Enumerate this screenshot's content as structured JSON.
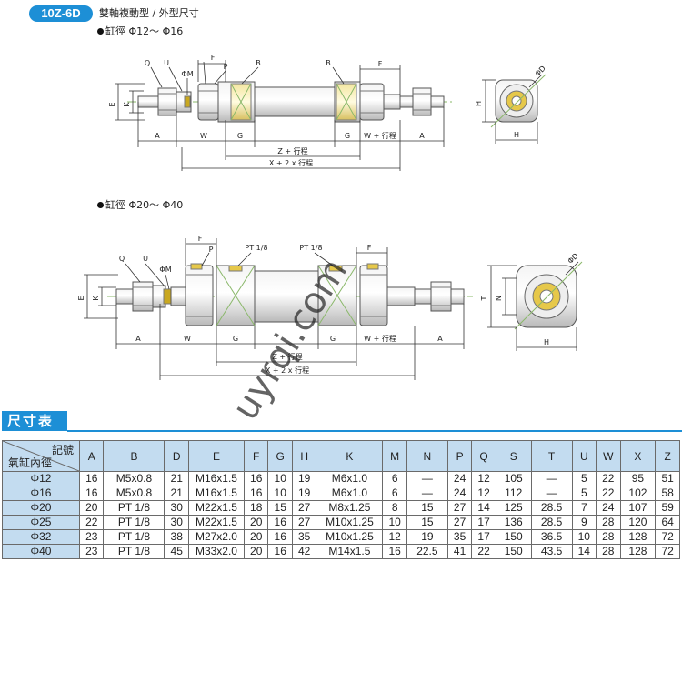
{
  "header": {
    "badge": "10Z-6D",
    "title": "雙軸複動型 / 外型尺寸"
  },
  "drawing1": {
    "caption": "缸徑 Φ12～ Φ16",
    "labels": {
      "F_left": "F",
      "F_right": "F",
      "Q": "Q",
      "U": "U",
      "PhiM": "ΦM",
      "P": "P",
      "B_left": "B",
      "B_right": "B",
      "E": "E",
      "K": "K",
      "A_left": "A",
      "W": "W",
      "G_left": "G",
      "G_right": "G",
      "W_stroke": "W + 行程",
      "A_right": "A",
      "Z": "Z + 行程",
      "X": "X + 2 x 行程",
      "PhiD": "ΦD",
      "H_side": "H",
      "H_bottom": "H"
    }
  },
  "drawing2": {
    "caption": "缸徑 Φ20～ Φ40",
    "labels": {
      "F_left": "F",
      "F_right": "F",
      "Q": "Q",
      "U": "U",
      "P": "P",
      "PhiM": "ΦM",
      "PT_left": "PT 1/8",
      "PT_right": "PT 1/8",
      "E": "E",
      "K": "K",
      "A_left": "A",
      "W": "W",
      "G_left": "G",
      "G_right": "G",
      "W_stroke": "W + 行程",
      "A_right": "A",
      "Z": "Z + 行程",
      "X": "X + 2 x 行程",
      "PhiD": "ΦD",
      "T": "T",
      "N": "N",
      "H_bottom": "H"
    }
  },
  "watermark": "uyrqi.com",
  "section": {
    "title": "尺寸表"
  },
  "table": {
    "corner_top": "記號",
    "corner_bottom": "氣缸內徑",
    "columns": [
      "A",
      "B",
      "D",
      "E",
      "F",
      "G",
      "H",
      "K",
      "M",
      "N",
      "P",
      "Q",
      "S",
      "T",
      "U",
      "W",
      "X",
      "Z"
    ],
    "rows": [
      [
        "Φ12",
        "16",
        "M5x0.8",
        "21",
        "M16x1.5",
        "16",
        "10",
        "19",
        "M6x1.0",
        "6",
        "—",
        "24",
        "12",
        "105",
        "—",
        "5",
        "22",
        "95",
        "51"
      ],
      [
        "Φ16",
        "16",
        "M5x0.8",
        "21",
        "M16x1.5",
        "16",
        "10",
        "19",
        "M6x1.0",
        "6",
        "—",
        "24",
        "12",
        "112",
        "—",
        "5",
        "22",
        "102",
        "58"
      ],
      [
        "Φ20",
        "20",
        "PT 1/8",
        "30",
        "M22x1.5",
        "18",
        "15",
        "27",
        "M8x1.25",
        "8",
        "15",
        "27",
        "14",
        "125",
        "28.5",
        "7",
        "24",
        "107",
        "59"
      ],
      [
        "Φ25",
        "22",
        "PT 1/8",
        "30",
        "M22x1.5",
        "20",
        "16",
        "27",
        "M10x1.25",
        "10",
        "15",
        "27",
        "17",
        "136",
        "28.5",
        "9",
        "28",
        "120",
        "64"
      ],
      [
        "Φ32",
        "23",
        "PT 1/8",
        "38",
        "M27x2.0",
        "20",
        "16",
        "35",
        "M10x1.25",
        "12",
        "19",
        "35",
        "17",
        "150",
        "36.5",
        "10",
        "28",
        "128",
        "72"
      ],
      [
        "Φ40",
        "23",
        "PT 1/8",
        "45",
        "M33x2.0",
        "20",
        "16",
        "42",
        "M14x1.5",
        "16",
        "22.5",
        "41",
        "22",
        "150",
        "43.5",
        "14",
        "28",
        "128",
        "72"
      ]
    ]
  }
}
